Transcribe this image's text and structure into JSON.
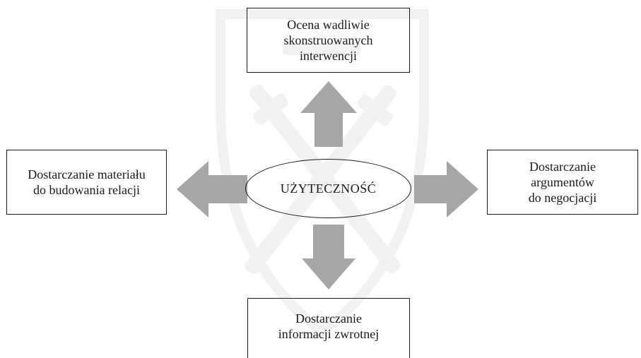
{
  "diagram": {
    "center_label": "UŻYTECZNOŚĆ",
    "top_box": "Ocena wadliwie\nskonstruowanych\ninterwencji",
    "left_box": "Dostarczanie materiału\ndo budowania relacji",
    "right_box": "Dostarczanie\nargumentów\ndo negocjacji",
    "bottom_box": "Dostarczanie\ninformacji zwrotnej"
  },
  "colors": {
    "arrow_fill": "#a6a6a6",
    "watermark_fill": "#f1f1f1",
    "line": "#1a1a1a"
  }
}
